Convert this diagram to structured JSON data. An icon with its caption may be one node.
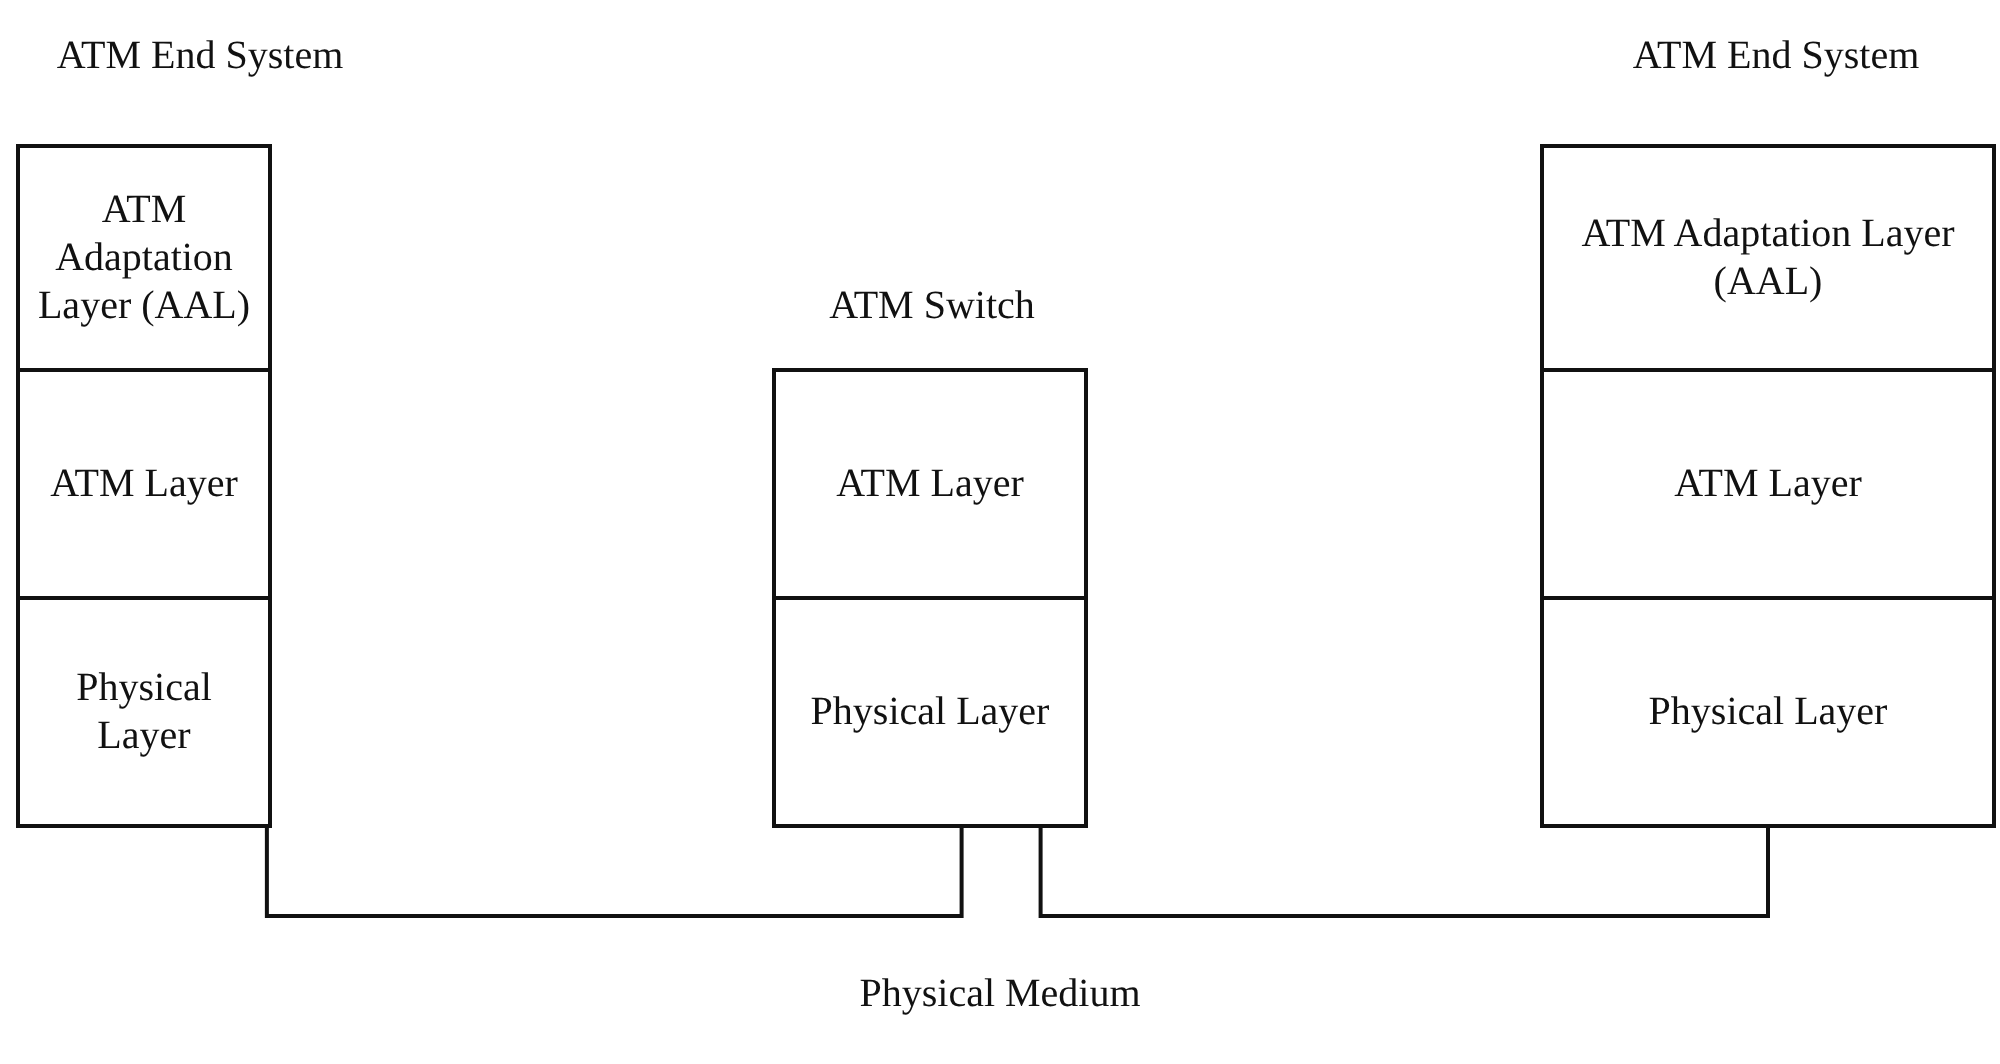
{
  "diagram": {
    "nodes": [
      {
        "text": [
          "ATM End System"
        ]
      },
      {
        "text": [
          "ATM Adaptation Layer (AAL)"
        ],
        "in": 0
      },
      {
        "text": [
          "ATM Layer"
        ],
        "in": 0
      },
      {
        "text": [
          "Physical Layer"
        ],
        "in": 0
      },
      {
        "text": [
          "ATM Switch"
        ]
      },
      {
        "text": [
          "ATM Layer"
        ],
        "in": 4
      },
      {
        "text": [
          "Physical Layer"
        ],
        "in": 4
      },
      {
        "text": [
          "ATM End System"
        ]
      },
      {
        "text": [
          "ATM Adaptation Layer (AAL)"
        ],
        "in": 7
      },
      {
        "text": [
          "ATM Layer"
        ],
        "in": 7
      },
      {
        "text": [
          "Physical Layer"
        ],
        "in": 7
      }
    ],
    "edges": [
      {
        "from": 3,
        "to": 6,
        "arrow": "none"
      },
      {
        "from": 6,
        "to": 10,
        "arrow": "none"
      }
    ],
    "labels": [
      "Physical Medium"
    ]
  }
}
